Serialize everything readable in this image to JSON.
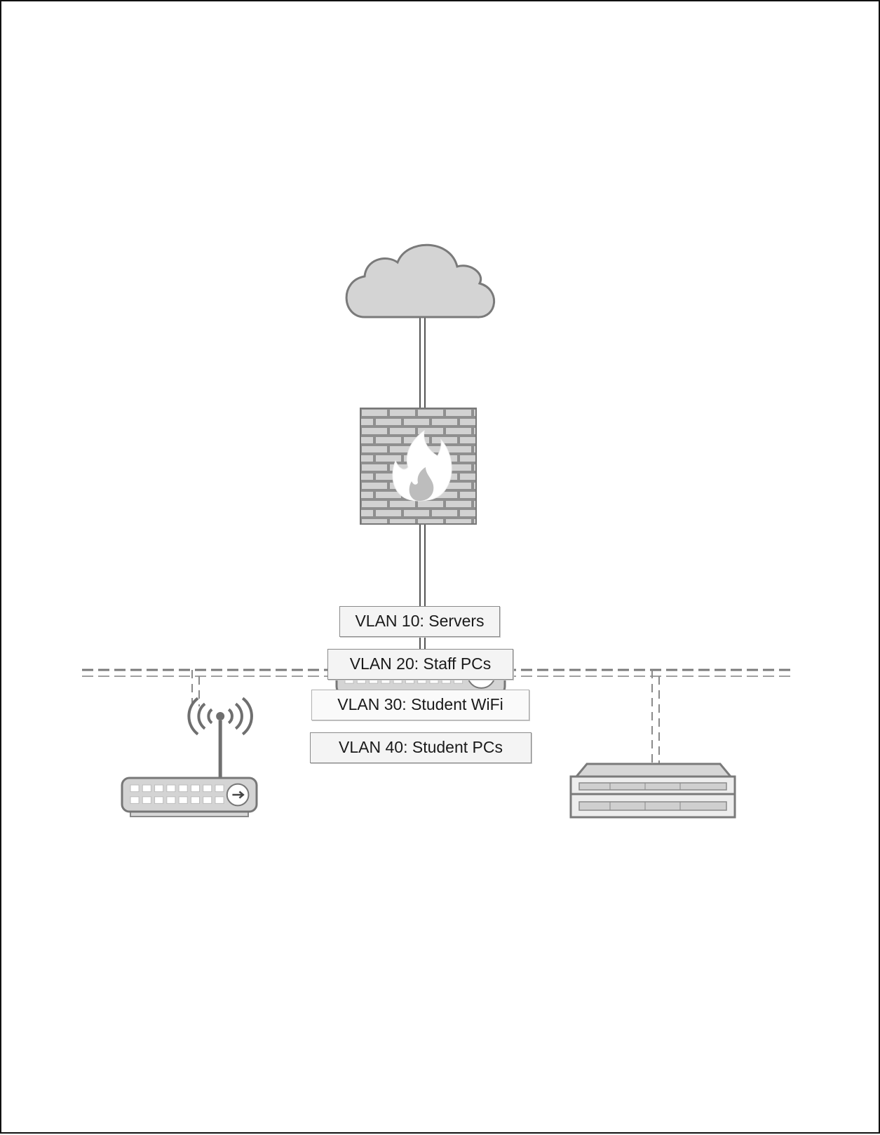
{
  "diagram": {
    "type": "network-topology",
    "nodes": [
      {
        "id": "internet",
        "icon": "cloud-icon"
      },
      {
        "id": "firewall",
        "icon": "firewall-icon"
      },
      {
        "id": "core-switch",
        "icon": "switch-icon"
      },
      {
        "id": "access-point",
        "icon": "wireless-router-icon"
      },
      {
        "id": "server",
        "icon": "server-icon"
      }
    ],
    "links": [
      {
        "from": "internet",
        "to": "firewall",
        "style": "solid-double"
      },
      {
        "from": "firewall",
        "to": "core-switch",
        "style": "solid-double"
      },
      {
        "from": "core-switch",
        "to": "access-point",
        "style": "dashed"
      },
      {
        "from": "core-switch",
        "to": "server",
        "style": "dashed"
      }
    ],
    "colors": {
      "icon_fill": "#cfcfcf",
      "icon_stroke": "#7a7a7a",
      "line": "#6f6f6f",
      "label_border": "#8a8a8a"
    }
  },
  "vlans": [
    {
      "label": "VLAN 10: Servers"
    },
    {
      "label": "VLAN 20: Staff PCs"
    },
    {
      "label": "VLAN 30: Student WiFi"
    },
    {
      "label": "VLAN 40: Student PCs"
    }
  ]
}
